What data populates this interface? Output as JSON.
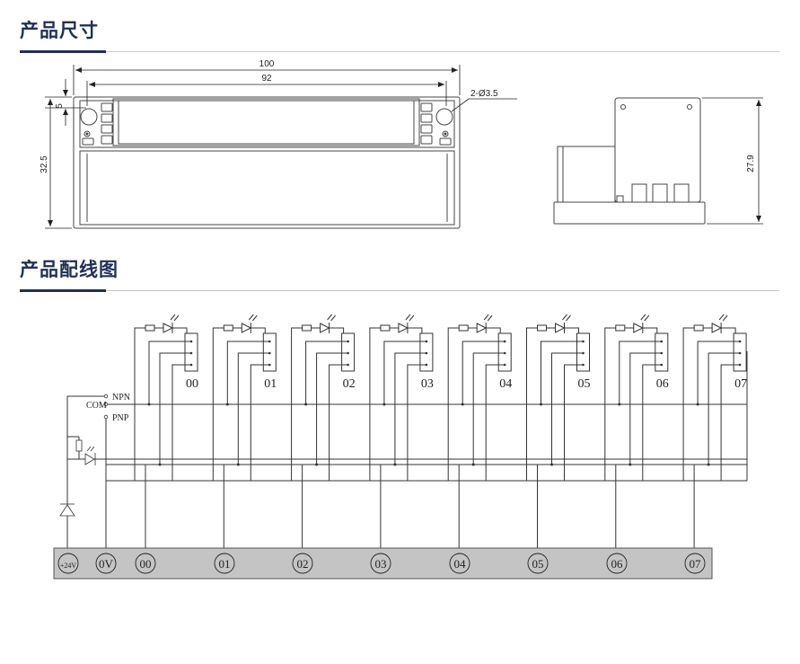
{
  "sections": {
    "dimensions_title": "产品尺寸",
    "wiring_title": "产品配线图"
  },
  "dimensions": {
    "total_width": "100",
    "inner_width": "92",
    "hole_label": "2-Ø3.5",
    "top_offset": "5",
    "front_height": "32.5",
    "side_height": "27.9"
  },
  "wiring": {
    "channels": [
      "00",
      "01",
      "02",
      "03",
      "04",
      "05",
      "06",
      "07"
    ],
    "mode_labels": {
      "npn": "NPN",
      "com": "COM",
      "pnp": "PNP"
    },
    "terminals": [
      "+24V",
      "0V",
      "00",
      "01",
      "02",
      "03",
      "04",
      "05",
      "06",
      "07"
    ],
    "terminal_bar_color": "#c4c4c4"
  }
}
